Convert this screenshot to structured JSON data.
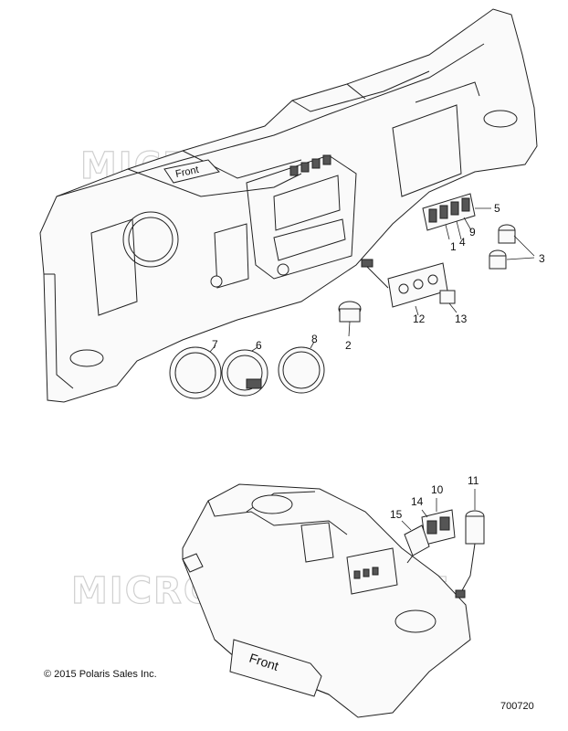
{
  "watermark": "MICROFICHE.NET",
  "labels": {
    "front_upper": "Front",
    "front_lower": "Front"
  },
  "callouts": [
    "1",
    "2",
    "3",
    "4",
    "5",
    "6",
    "7",
    "8",
    "9",
    "10",
    "11",
    "12",
    "13",
    "14",
    "15"
  ],
  "copyright": "© 2015 Polaris Sales Inc.",
  "diagram_number": "700720"
}
